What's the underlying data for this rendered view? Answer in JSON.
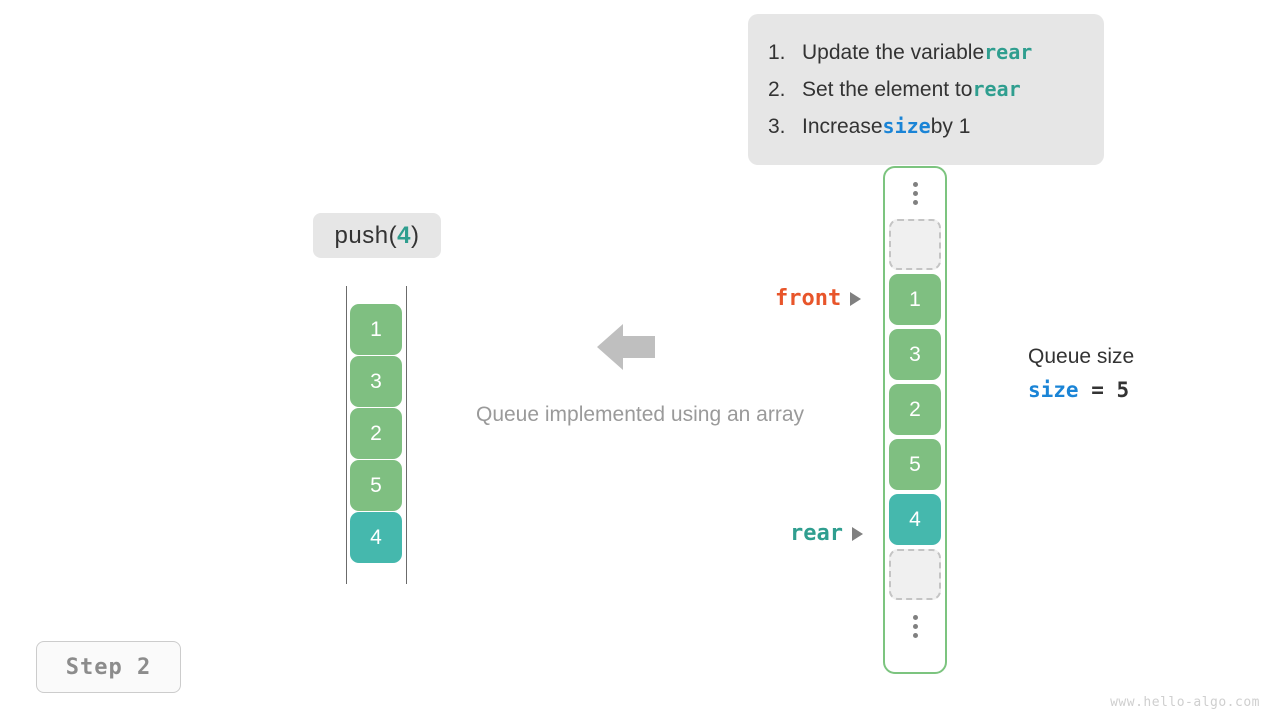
{
  "steps_box": {
    "items": [
      {
        "num": "1.",
        "before": "Update the variable ",
        "code": "rear",
        "code_color": "teal",
        "after": ""
      },
      {
        "num": "2.",
        "before": "Set the element to ",
        "code": "rear",
        "code_color": "teal",
        "after": ""
      },
      {
        "num": "3.",
        "before": "Increase ",
        "code": "size",
        "code_color": "blue",
        "after": " by 1"
      }
    ]
  },
  "operation": {
    "name": "push(",
    "arg": "4",
    "close": ")"
  },
  "left_array": {
    "cells": [
      {
        "value": "1",
        "style": "green"
      },
      {
        "value": "3",
        "style": "green"
      },
      {
        "value": "2",
        "style": "green"
      },
      {
        "value": "5",
        "style": "green"
      },
      {
        "value": "4",
        "style": "teal"
      }
    ]
  },
  "queue_container": {
    "cells": [
      {
        "value": "",
        "style": "ellipsis"
      },
      {
        "value": "",
        "style": "empty"
      },
      {
        "value": "1",
        "style": "green"
      },
      {
        "value": "3",
        "style": "green"
      },
      {
        "value": "2",
        "style": "green"
      },
      {
        "value": "5",
        "style": "green"
      },
      {
        "value": "4",
        "style": "teal"
      },
      {
        "value": "",
        "style": "empty"
      },
      {
        "value": "",
        "style": "ellipsis"
      }
    ]
  },
  "pointers": {
    "front": "front",
    "rear": "rear"
  },
  "size_readout": {
    "caption": "Queue size",
    "var": "size",
    "operator": "=",
    "value": "5"
  },
  "caption": "Queue implemented using an array",
  "step_badge": "Step 2",
  "watermark": "www.hello-algo.com",
  "colors": {
    "green": "#7fbf81",
    "teal": "#45b8ad",
    "orange": "#e8552a",
    "blue": "#1a84d6",
    "box_bg": "#e6e6e6",
    "gray_text": "#9a9a9a"
  }
}
